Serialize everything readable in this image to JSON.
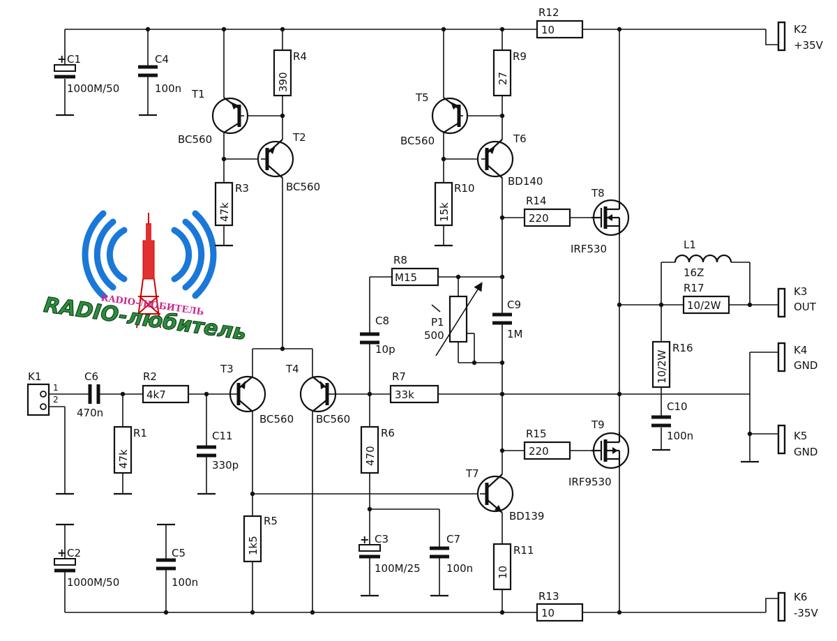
{
  "logo": {
    "text": "RADIO-любитель",
    "sub": "RADIO-ЛЮБИТЕЛЬ"
  },
  "resistors": {
    "R1": {
      "name": "R1",
      "value": "47k"
    },
    "R2": {
      "name": "R2",
      "value": "4k7"
    },
    "R3": {
      "name": "R3",
      "value": "47k"
    },
    "R4": {
      "name": "R4",
      "value": "390"
    },
    "R5": {
      "name": "R5",
      "value": "1k5"
    },
    "R6": {
      "name": "R6",
      "value": "470"
    },
    "R7": {
      "name": "R7",
      "value": "33k"
    },
    "R8": {
      "name": "R8",
      "value": "M15"
    },
    "R9": {
      "name": "R9",
      "value": "27"
    },
    "R10": {
      "name": "R10",
      "value": "15k"
    },
    "R11": {
      "name": "R11",
      "value": "10"
    },
    "R12": {
      "name": "R12",
      "value": "10"
    },
    "R13": {
      "name": "R13",
      "value": "10"
    },
    "R14": {
      "name": "R14",
      "value": "220"
    },
    "R15": {
      "name": "R15",
      "value": "220"
    },
    "R16": {
      "name": "R16",
      "value": "10/2W"
    },
    "R17": {
      "name": "R17",
      "value": "10/2W"
    }
  },
  "capacitors": {
    "C1": {
      "name": "C1",
      "value": "1000M/50"
    },
    "C2": {
      "name": "C2",
      "value": "1000M/50"
    },
    "C3": {
      "name": "C3",
      "value": "100M/25"
    },
    "C4": {
      "name": "C4",
      "value": "100n"
    },
    "C5": {
      "name": "C5",
      "value": "100n"
    },
    "C6": {
      "name": "C6",
      "value": "470n"
    },
    "C7": {
      "name": "C7",
      "value": "100n"
    },
    "C8": {
      "name": "C8",
      "value": "10p"
    },
    "C9": {
      "name": "C9",
      "value": "1M"
    },
    "C10": {
      "name": "C10",
      "value": "100n"
    },
    "C11": {
      "name": "C11",
      "value": "330p"
    }
  },
  "transistors": {
    "T1": {
      "name": "T1",
      "type": "BC560"
    },
    "T2": {
      "name": "T2",
      "type": "BC560"
    },
    "T3": {
      "name": "T3",
      "type": "BC560"
    },
    "T4": {
      "name": "T4",
      "type": "BC560"
    },
    "T5": {
      "name": "T5",
      "type": "BC560"
    },
    "T6": {
      "name": "T6",
      "type": "BD140"
    },
    "T7": {
      "name": "T7",
      "type": "BD139"
    },
    "T8": {
      "name": "T8",
      "type": "IRF530"
    },
    "T9": {
      "name": "T9",
      "type": "IRF9530"
    }
  },
  "pot": {
    "name": "P1",
    "value": "500"
  },
  "inductor": {
    "name": "L1",
    "value": "16Z"
  },
  "connectors": {
    "K1": {
      "name": "K1",
      "pin1": "1",
      "pin2": "2"
    },
    "K2": {
      "name": "K2",
      "label": "+35V"
    },
    "K3": {
      "name": "K3",
      "label": "OUT"
    },
    "K4": {
      "name": "K4",
      "label": "GND"
    },
    "K5": {
      "name": "K5",
      "label": "GND"
    },
    "K6": {
      "name": "K6",
      "label": "-35V"
    }
  }
}
